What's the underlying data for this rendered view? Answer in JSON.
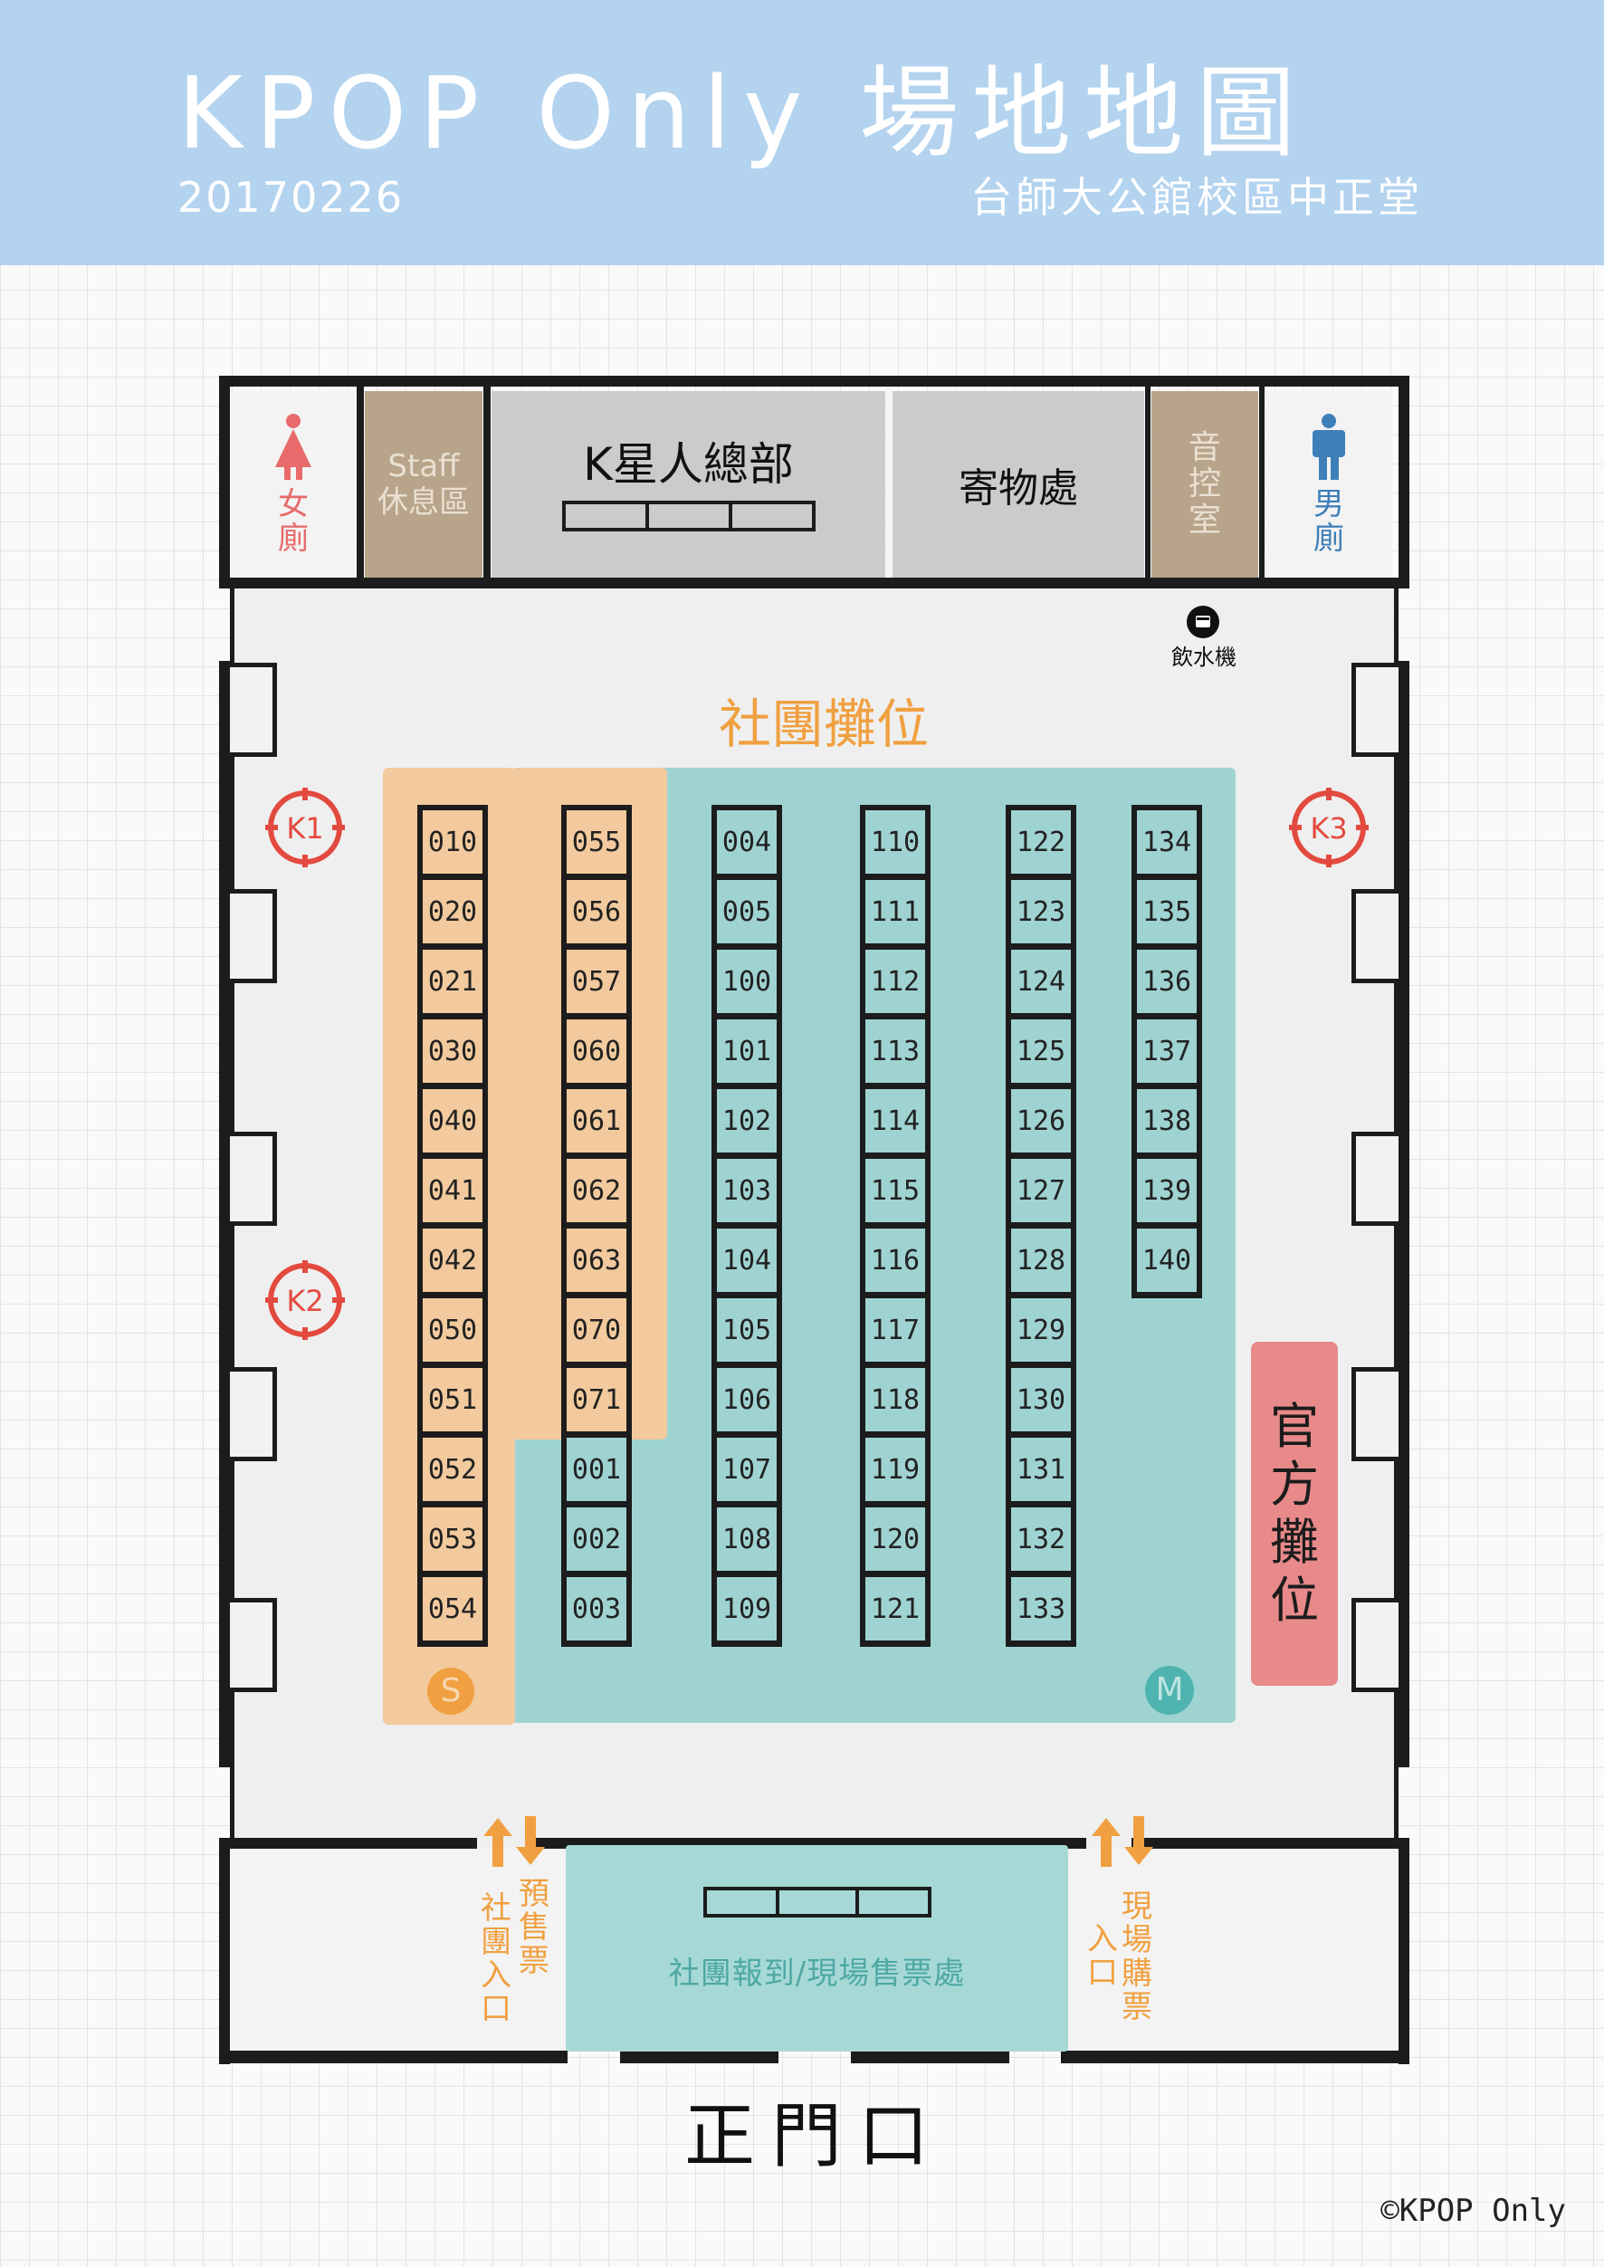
{
  "header": {
    "title": "KPOP Only 場地地圖",
    "date": "20170226",
    "venue": "台師大公館校區中正堂"
  },
  "rooms": {
    "womens_restroom": "女廁",
    "staff_lounge_en": "Staff",
    "staff_lounge_zh": "休息區",
    "k_hq": "K星人總部",
    "cloakroom": "寄物處",
    "sound_control": "音控室",
    "mens_restroom": "男廁",
    "water_fountain": "飲水機"
  },
  "areas": {
    "club_booths": "社團攤位",
    "official_booths": "官方攤位",
    "checkin": "社團報到/現場售票處",
    "club_entrance": "社團入口",
    "presale_ticket": "預售票",
    "onsite_ticket": "現場購票",
    "onsite_entrance": "入口",
    "main_gate": "正門口",
    "copyright": "©KPOP Only"
  },
  "markers": {
    "k1": "K1",
    "k2": "K2",
    "k3": "K3",
    "s": "S",
    "m": "M"
  },
  "booth_columns": [
    [
      "010",
      "020",
      "021",
      "030",
      "040",
      "041",
      "042",
      "050",
      "051",
      "052",
      "053",
      "054"
    ],
    [
      "055",
      "056",
      "057",
      "060",
      "061",
      "062",
      "063",
      "070",
      "071",
      "001",
      "002",
      "003"
    ],
    [
      "004",
      "005",
      "100",
      "101",
      "102",
      "103",
      "104",
      "105",
      "106",
      "107",
      "108",
      "109"
    ],
    [
      "110",
      "111",
      "112",
      "113",
      "114",
      "115",
      "116",
      "117",
      "118",
      "119",
      "120",
      "121"
    ],
    [
      "122",
      "123",
      "124",
      "125",
      "126",
      "127",
      "128",
      "129",
      "130",
      "131",
      "132",
      "133"
    ],
    [
      "134",
      "135",
      "136",
      "137",
      "138",
      "139",
      "140"
    ]
  ],
  "colors": {
    "header_bg": "#b3d3ef",
    "orange_zone": "#f2ca9d",
    "teal_zone": "#9fd3d2",
    "official_zone": "#e88a8a",
    "accent_orange": "#f0a040",
    "restroom_female": "#e86a6a",
    "restroom_male": "#3f7fb8",
    "staff_room": "#b8a48a",
    "gray_room": "#cbcbcb",
    "marker_red": "#e34a3f"
  }
}
